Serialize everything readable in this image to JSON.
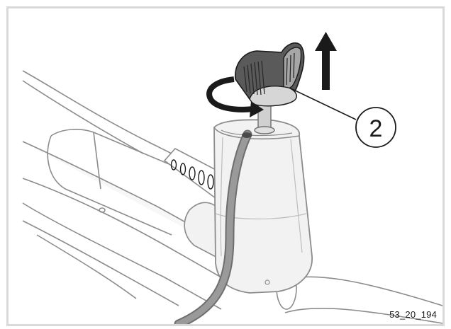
{
  "figure": {
    "callout_number": "2",
    "figure_code": "53_20_194"
  },
  "colors": {
    "line": "#1a1a1a",
    "outline": "#8c8c8c",
    "body_shading": "#f2f2f2",
    "knob": "#5a5a5a",
    "knob_light": "#a6a6a6",
    "cable": "#7a7a7a",
    "frame_border": "#d9d9d9"
  },
  "icons": [
    "up-arrow-icon",
    "rotation-arrow-icon",
    "knob",
    "callout-circle"
  ]
}
